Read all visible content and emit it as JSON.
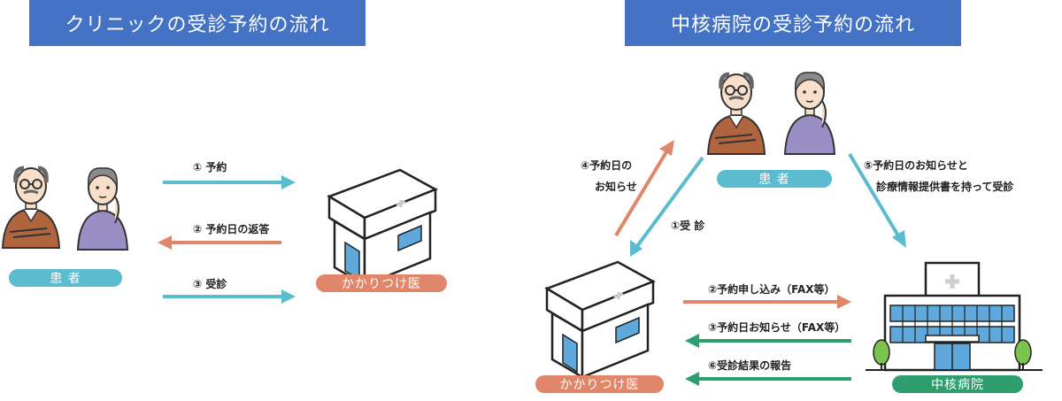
{
  "left": {
    "title": "クリニックの受診予約の流れ",
    "patient_label": "患 者",
    "clinic_label": "かかりつけ医",
    "steps": {
      "reserve": "① 予約",
      "reply": "② 予約日の返答",
      "visit": "③ 受診"
    }
  },
  "right": {
    "title": "中核病院の受診予約の流れ",
    "patient_label": "患 者",
    "clinic_label": "かかりつけ医",
    "hospital_label": "中核病院",
    "steps": {
      "visit": "①受 診",
      "request": "②予約申し込み（FAX等）",
      "notify": "③予約日お知らせ（FAX等）",
      "inform_line1": "④予約日の",
      "inform_line2": "お知らせ",
      "hospital_line1": "⑤予約日のお知らせと",
      "hospital_line2": "診療情報提供書を持って受診",
      "result": "⑥受診結果の報告"
    }
  },
  "colors": {
    "title_bg": "#4472c4",
    "patient": "#5bbccf",
    "clinic": "#e0866a",
    "hospital": "#2e9e6f",
    "arrow_blue": "#5bbccf",
    "arrow_orange": "#e0866a",
    "arrow_green": "#2e9e6f"
  }
}
